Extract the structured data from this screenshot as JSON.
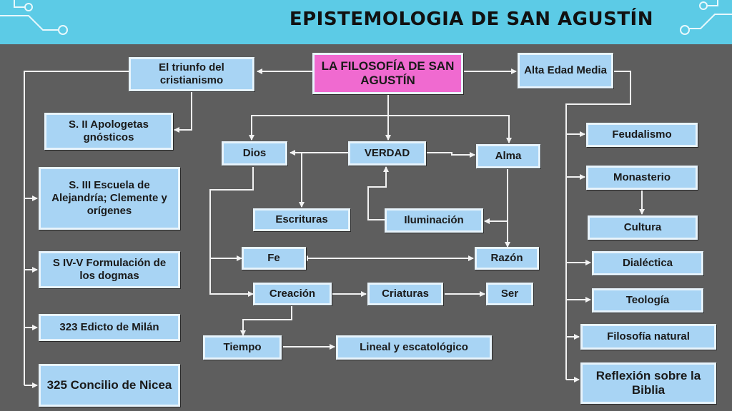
{
  "header": {
    "title": "EPISTEMOLOGIA DE SAN AGUSTÍN"
  },
  "colors": {
    "header_bg": "#5ccbe6",
    "canvas_bg": "#5e5e5e",
    "node_fill": "#a8d4f4",
    "root_fill": "#f06ad0",
    "line": "#f2f2f2"
  },
  "nodes": {
    "root": "LA FILOSOFÍA DE SAN AGUSTÍN",
    "triunfo": "El triunfo del cristianismo",
    "alta_edad": "Alta Edad Media",
    "apologetas": "S. II Apologetas gnósticos",
    "escuela": "S. III Escuela de Alejandría; Clemente y orígenes",
    "formulacion": "S IV-V Formulación de los dogmas",
    "edicto": "323 Edicto de Milán",
    "concilio": "325 Concilio de Nicea",
    "dios": "Dios",
    "verdad": "VERDAD",
    "alma": "Alma",
    "escrituras": "Escrituras",
    "iluminacion": "Iluminación",
    "fe": "Fe",
    "razon": "Razón",
    "creacion": "Creación",
    "criaturas": "Criaturas",
    "ser": "Ser",
    "tiempo": "Tiempo",
    "lineal": "Lineal y escatológico",
    "feudalismo": "Feudalismo",
    "monasterio": "Monasterio",
    "cultura": "Cultura",
    "dialectica": "Dialéctica",
    "teologia": "Teología",
    "filosofia_natural": "Filosofía natural",
    "reflexion": "Reflexión sobre la Biblia"
  }
}
